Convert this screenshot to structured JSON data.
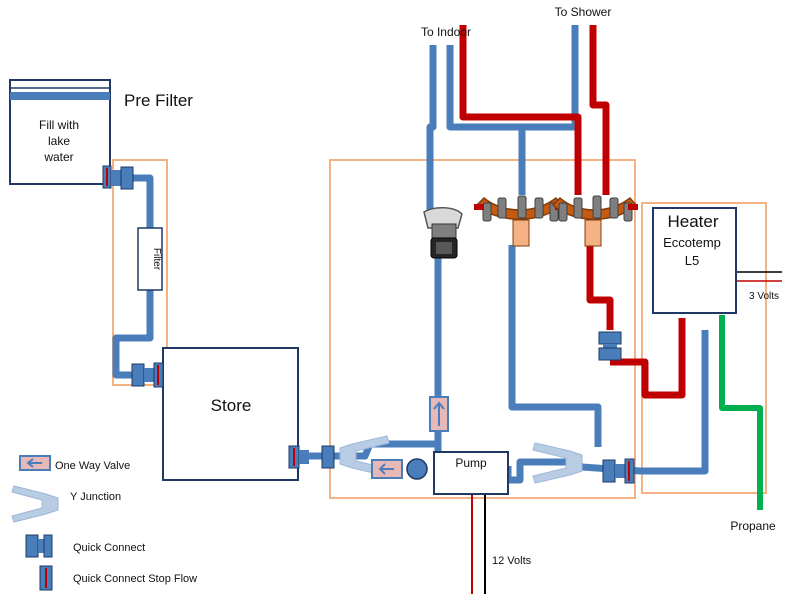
{
  "labels": {
    "to_indoor": "To Indoor",
    "to_shower": "To Shower",
    "pre_filter": "Pre Filter",
    "fill_line1": "Fill with",
    "fill_line2": "lake",
    "fill_line3": "water",
    "filter": "Filter",
    "store": "Store",
    "pump": "Pump",
    "heater": "Heater",
    "heater_model1": "Eccotemp",
    "heater_model2": "L5",
    "three_volts": "3 Volts",
    "twelve_volts": "12 Volts",
    "propane": "Propane"
  },
  "legend": {
    "one_way_valve": "One Way Valve",
    "y_junction": "Y Junction",
    "quick_connect": "Quick Connect",
    "quick_connect_stop_flow": "Quick Connect Stop Flow"
  },
  "colors": {
    "water_pipe": "#4a7ebb",
    "hot_pipe": "#c00000",
    "gas_line": "#00b050",
    "enclosure": "#f4b183",
    "box_border": "#1f3864"
  }
}
